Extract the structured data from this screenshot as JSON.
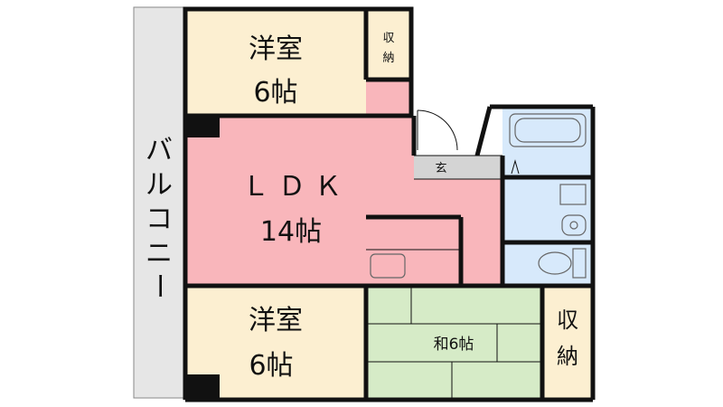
{
  "plan": {
    "colors": {
      "western": "#fcefd1",
      "ldk": "#f9b6bb",
      "tatami": "#d6ebc7",
      "storage": "#fcefd1",
      "wet": "#d7e9fb",
      "entrance": "#d4d4d4",
      "balcony": "#e6e6e6",
      "wall": "#111111"
    },
    "rooms": {
      "western_top": {
        "name": "洋室",
        "size": "6帖"
      },
      "storage_top": {
        "chars": [
          "収",
          "納"
        ]
      },
      "ldk": {
        "name": "ＬＤＫ",
        "size": "14帖"
      },
      "entrance": {
        "label": "玄"
      },
      "western_bottom": {
        "name": "洋室",
        "size": "6帖"
      },
      "tatami": {
        "label": "和6帖"
      },
      "storage_right": {
        "chars": [
          "収",
          "納"
        ]
      },
      "balcony": {
        "chars": [
          "バ",
          "ル",
          "コ",
          "ニ",
          "ー"
        ]
      }
    },
    "fixtures": [
      "bathtub-icon",
      "washbasin-icon",
      "toilet-icon",
      "sink-icon"
    ]
  }
}
